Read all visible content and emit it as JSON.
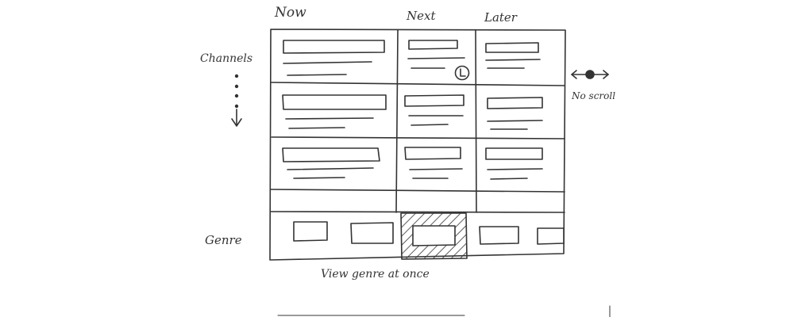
{
  "columns": {
    "now": "Now",
    "next": "Next",
    "later": "Later"
  },
  "side_labels": {
    "channels": "Channels",
    "genre": "Genre"
  },
  "annotations": {
    "no_scroll": "No scroll",
    "caption": "View genre at once"
  },
  "icons": {
    "reminder": "clock-icon",
    "horizontal_nav": "no-horizontal-scroll-icon",
    "vertical_scroll": "arrow-down-icon"
  },
  "guide": {
    "channel_rows": 4,
    "genre_chips": 5,
    "selected_genre_index": 2
  },
  "colors": {
    "ink": "#333333",
    "paper": "#ffffff"
  }
}
